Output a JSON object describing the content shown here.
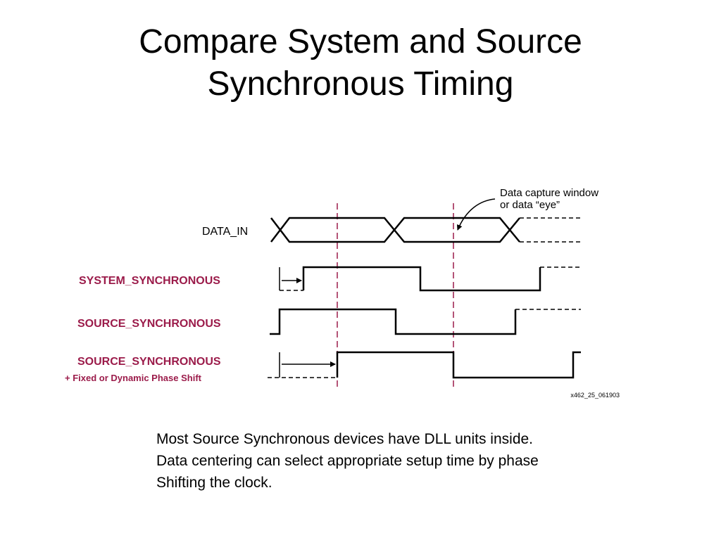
{
  "slide": {
    "title_line1": "Compare System and Source",
    "title_line2": "Synchronous Timing"
  },
  "diagram": {
    "annotation_line1": "Data capture window",
    "annotation_line2": "or data “eye”",
    "signals": {
      "data_in": "DATA_IN",
      "system_synchronous": "SYSTEM_SYNCHRONOUS",
      "source_synchronous": "SOURCE_SYNCHRONOUS",
      "source_synchronous_shift": "SOURCE_SYNCHRONOUS",
      "shift_note": "+ Fixed or Dynamic Phase Shift"
    },
    "figure_id": "x462_25_061903",
    "colors": {
      "signal_label_accent": "#9b1b4a",
      "capture_marker": "#9b1b4a",
      "trace": "#000000"
    }
  },
  "caption": {
    "line1": "Most Source Synchronous devices have DLL units inside.",
    "line2": "Data centering can select appropriate setup time by phase",
    "line3": "Shifting the clock."
  }
}
